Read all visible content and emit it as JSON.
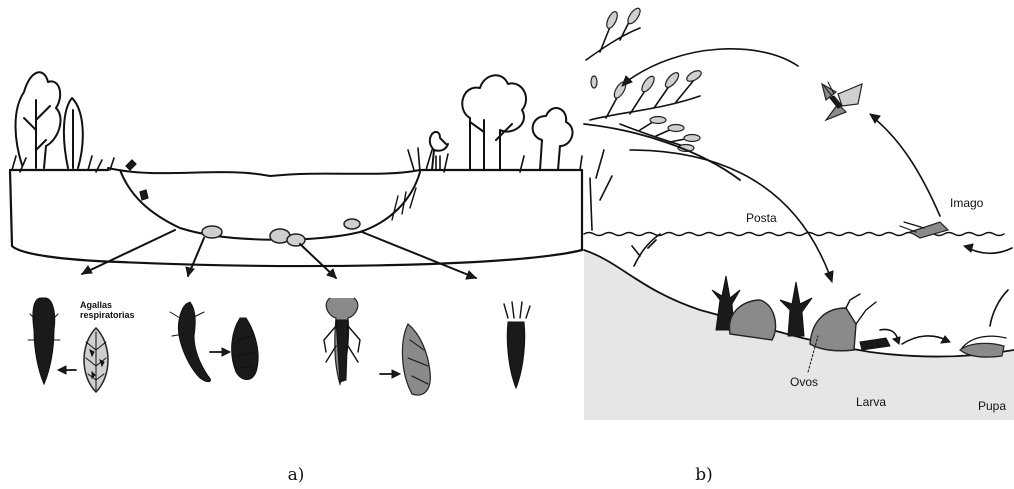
{
  "panel_a": {
    "caption": "a)",
    "gill_label": "Agallas respiratorias"
  },
  "panel_b": {
    "caption": "b)",
    "stage_labels": {
      "imago": "Imago",
      "posta": "Posta",
      "ovos": "Ovos",
      "larva": "Larva",
      "pupa": "Pupa"
    }
  }
}
